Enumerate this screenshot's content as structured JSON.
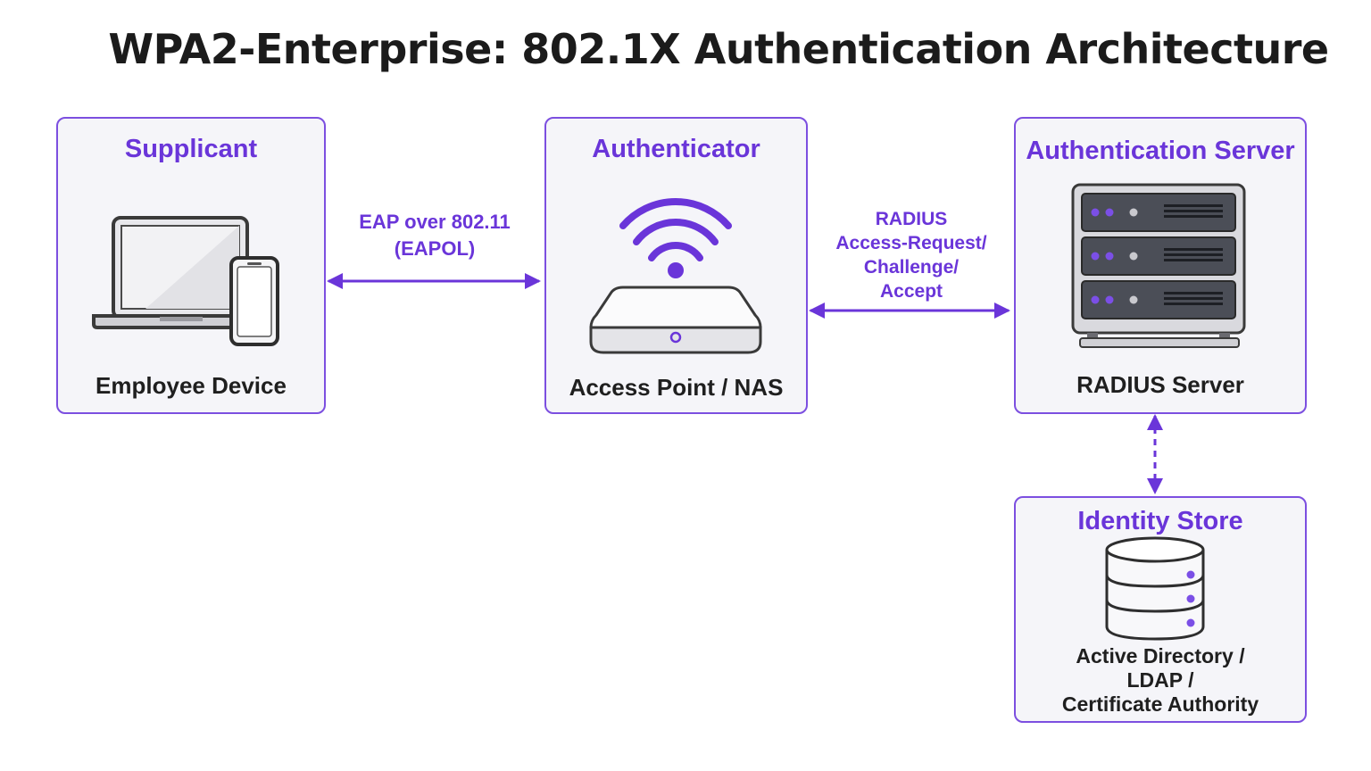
{
  "title": "WPA2-Enterprise: 802.1X Authentication Architecture",
  "nodes": {
    "supplicant": {
      "title": "Supplicant",
      "subtitle": "Employee Device",
      "icon": "laptop-phone-icon"
    },
    "authenticator": {
      "title": "Authenticator",
      "subtitle": "Access Point / NAS",
      "icon": "wifi-access-point-icon"
    },
    "auth_server": {
      "title": "Authentication Server",
      "subtitle": "RADIUS Server",
      "icon": "server-rack-icon"
    },
    "identity_store": {
      "title": "Identity Store",
      "lines": [
        "Active Directory /",
        "LDAP /",
        "Certificate Authority"
      ],
      "icon": "database-icon"
    }
  },
  "links": {
    "eapol": {
      "lines": [
        "EAP over 802.11",
        "(EAPOL)"
      ],
      "style": "solid, bidirectional"
    },
    "radius": {
      "lines": [
        "RADIUS",
        "Access-Request/",
        "Challenge/",
        "Accept"
      ],
      "style": "solid, bidirectional"
    },
    "store": {
      "style": "dashed, bidirectional"
    }
  },
  "colors": {
    "accent": "#6a35d9",
    "border": "#7c4fe0",
    "box_fill": "#f5f5f9",
    "text": "#1f1f1f"
  }
}
